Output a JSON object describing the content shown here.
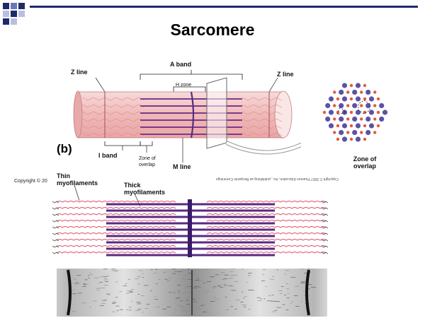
{
  "slide": {
    "title": "Sarcomere"
  },
  "diagram": {
    "panel_label": "(b)",
    "labels": {
      "a_band": "A band",
      "h_zone": "H zone",
      "z_line_left": "Z line",
      "z_line_right": "Z line",
      "i_band": "I band",
      "zone_of_overlap": "Zone of overlap",
      "m_line": "M line",
      "cross_section": "Zone of overlap",
      "thin": "Thin myofilaments",
      "thick": "Thick myofilaments"
    },
    "copyright_left": "Copyright © 20",
    "copyright_rot": "Copyright © 2007 Pearson Education, Inc., publishing as Benjamin Cummings"
  },
  "colors": {
    "accent_blue": "#1f2a6b",
    "thick_filament": "#5a2a82",
    "thin_filament": "#e0506a",
    "myofibril": "#f2c6c6"
  }
}
